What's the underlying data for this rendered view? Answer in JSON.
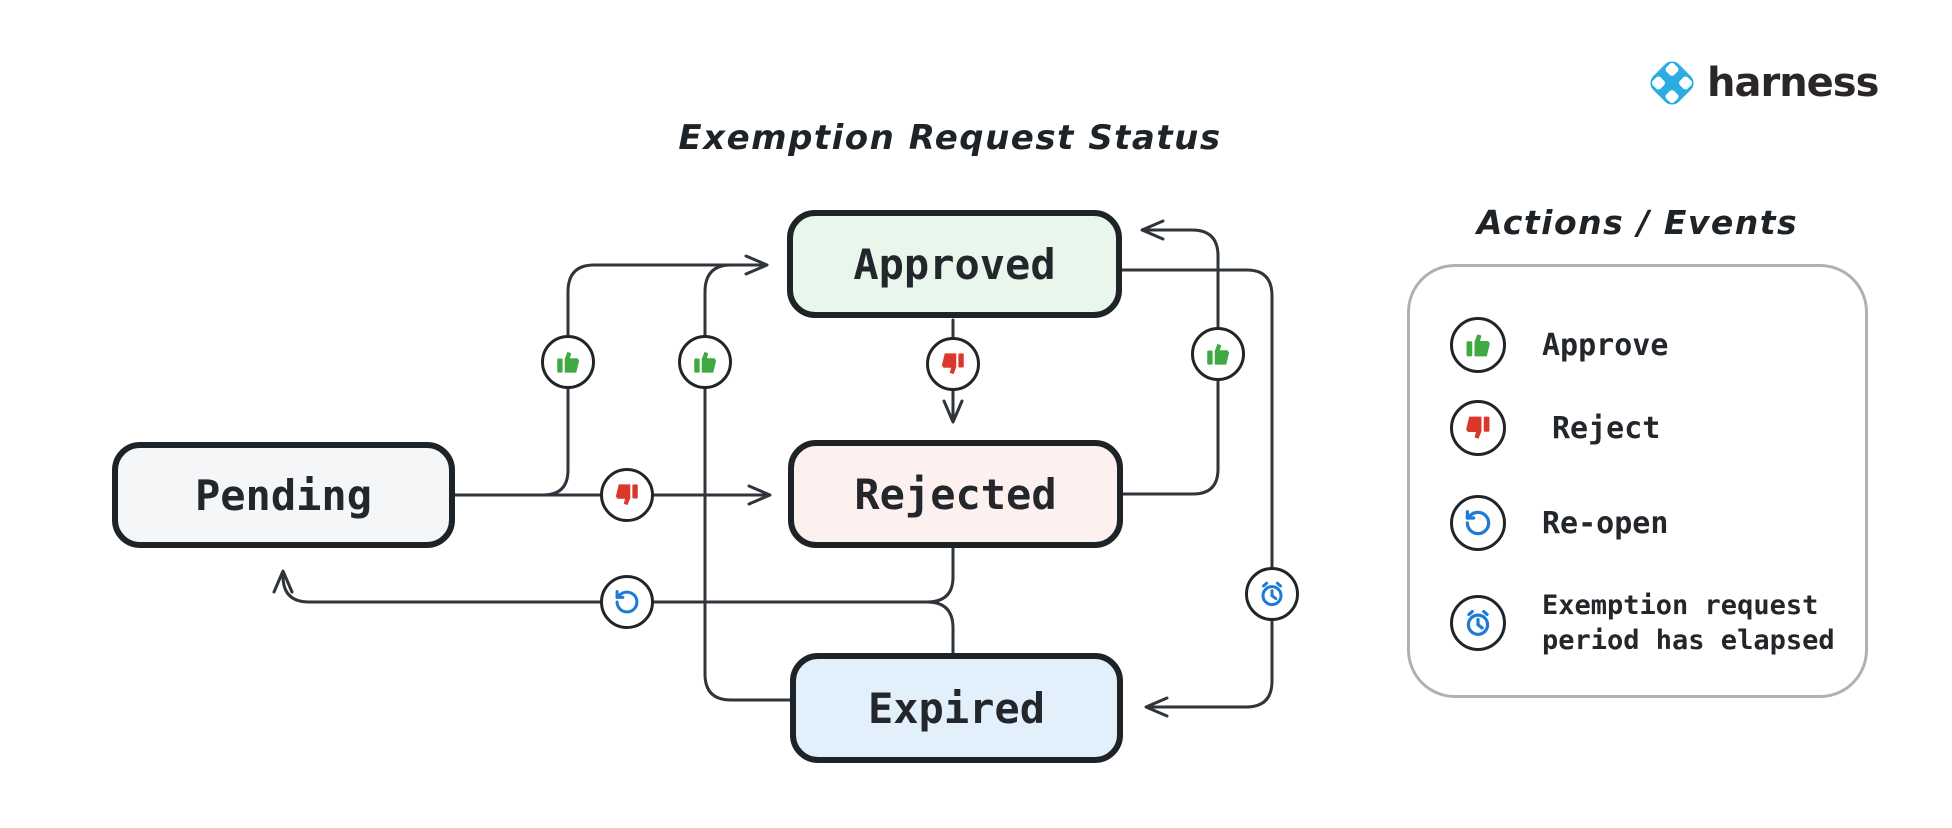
{
  "brand": {
    "name": "harness",
    "logo_blue": "#2bace3",
    "text_color": "#2b2727"
  },
  "diagram": {
    "title": "Exemption Request Status",
    "states": {
      "pending": {
        "label": "Pending",
        "fill": "#f4f6f8"
      },
      "approved": {
        "label": "Approved",
        "fill": "#e8f6ec"
      },
      "rejected": {
        "label": "Rejected",
        "fill": "#fdf1ef"
      },
      "expired": {
        "label": "Expired",
        "fill": "#e2f0fb"
      }
    },
    "transitions": [
      {
        "from": "Pending",
        "via": "Approve",
        "to": "Approved"
      },
      {
        "from": "Pending",
        "via": "Reject",
        "to": "Rejected"
      },
      {
        "from": "Approved",
        "via": "Reject",
        "to": "Rejected"
      },
      {
        "from": "Rejected",
        "via": "Approve",
        "to": "Approved"
      },
      {
        "from": "Approved",
        "via": "Exemption request period has elapsed",
        "to": "Expired"
      },
      {
        "from": "Expired",
        "via": "Approve",
        "to": "Approved"
      },
      {
        "from": "Rejected",
        "via": "Re-open",
        "to": "Pending"
      },
      {
        "from": "Expired",
        "via": "Re-open",
        "to": "Pending"
      }
    ]
  },
  "legend": {
    "title": "Actions / Events",
    "items": [
      {
        "icon": "thumbs-up-icon",
        "label": "Approve"
      },
      {
        "icon": "thumbs-down-icon",
        "label": "Reject"
      },
      {
        "icon": "reopen-icon",
        "label": "Re-open"
      },
      {
        "icon": "alarm-clock-icon",
        "label": "Exemption request period has elapsed"
      }
    ]
  },
  "colors": {
    "approve_green": "#40a944",
    "reject_red": "#d9382a",
    "action_blue": "#1e7ad4",
    "node_border": "#1e2328",
    "connector": "#2f353b",
    "legend_border": "#aeb1b4"
  }
}
